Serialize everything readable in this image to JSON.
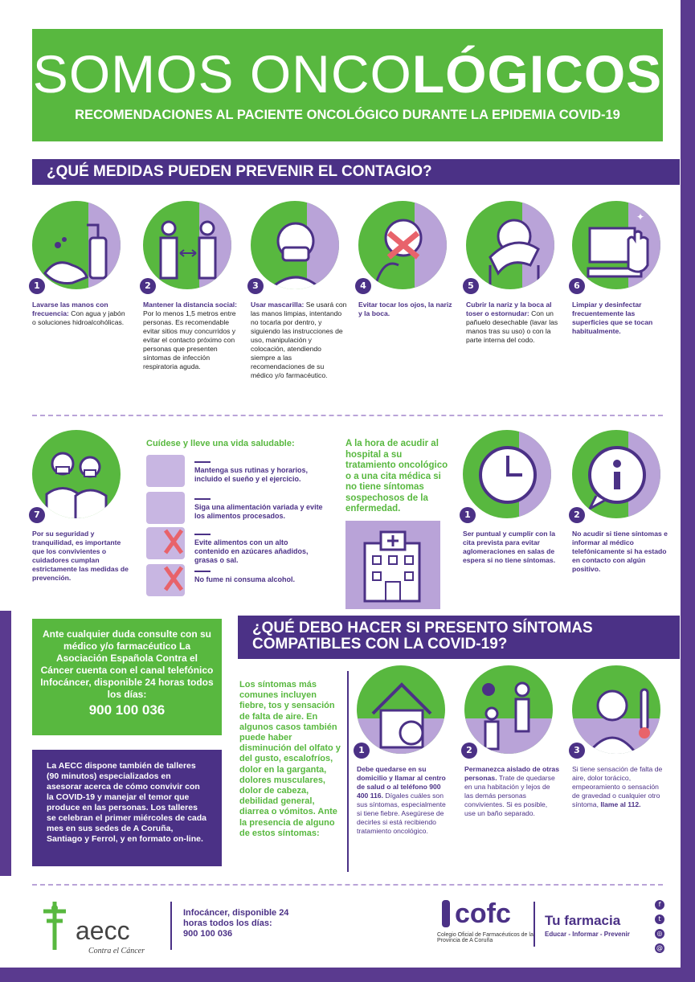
{
  "header": {
    "title_light": "SOMOS ONCO",
    "title_bold": "LÓGICOS",
    "subtitle": "RECOMENDACIONES AL PACIENTE ONCOLÓGICO DURANTE LA EPIDEMIA COVID-19"
  },
  "section1": {
    "title": "¿QUÉ MEDIDAS PUEDEN PREVENIR EL CONTAGIO?",
    "measures": [
      {
        "num": "1",
        "bold": "Lavarse las manos con frecuencia:",
        "text": " Con agua y jabón o soluciones hidroalcohólicas.",
        "icon": "hand-washing-icon"
      },
      {
        "num": "2",
        "bold": "Mantener la distancia social:",
        "text": " Por lo menos 1,5 metros entre personas. Es recomendable evitar sitios muy concurridos y evitar el contacto próximo con personas que presenten síntomas de infección respiratoria aguda.",
        "icon": "social-distance-icon"
      },
      {
        "num": "3",
        "bold": "Usar mascarilla:",
        "text": " Se usará con las manos limpias, intentando no tocarla por dentro, y siguiendo las instrucciones de uso, manipulación y colocación, atendiendo siempre a las recomendaciones de su médico y/o farmacéutico.",
        "icon": "mask-icon"
      },
      {
        "num": "4",
        "bold": "Evitar tocar los ojos, la nariz y la boca.",
        "text": "",
        "icon": "no-touch-face-icon"
      },
      {
        "num": "5",
        "bold": "Cubrir la nariz y la boca al toser o estornudar:",
        "text": " Con un pañuelo desechable (lavar las manos tras su uso) o con la parte interna del codo.",
        "icon": "cough-elbow-icon"
      },
      {
        "num": "6",
        "bold": "Limpiar y desinfectar frecuentemente las superficies que se tocan habitualmente.",
        "text": "",
        "icon": "disinfect-surface-icon"
      }
    ],
    "measure7": {
      "num": "7",
      "text": "Por su seguridad y tranquilidad, es importante que los convivientes o cuidadores cumplan estrictamente las medidas de prevención.",
      "icon": "elderly-couple-icon"
    },
    "healthy": {
      "title": "Cuídese y lleve una vida saludable:",
      "items": [
        {
          "text": "Mantenga sus rutinas y horarios, incluido el sueño y el ejercicio.",
          "icon": "exercise-icon"
        },
        {
          "text": "Siga una alimentación variada y evite los alimentos procesados.",
          "icon": "healthy-food-icon"
        },
        {
          "text": "Evite alimentos con un alto contenido en azúcares añadidos, grasas o sal.",
          "icon": "no-junk-food-icon"
        },
        {
          "text": "No fume ni consuma alcohol.",
          "icon": "no-smoking-icon"
        }
      ]
    },
    "hospital": {
      "intro": "A la hora de acudir al hospital a su tratamiento oncológico o a una cita médica si no tiene síntomas sospechosos de la enfermedad.",
      "items": [
        {
          "num": "1",
          "text": "Ser puntual y cumplir con la cita prevista para evitar aglomeraciones en salas de espera si no tiene síntomas.",
          "icon": "clock-icon"
        },
        {
          "num": "2",
          "text": "No acudir si tiene síntomas e informar al médico telefónicamente si ha estado en contacto con algún positivo.",
          "icon": "info-bubble-icon"
        }
      ]
    }
  },
  "contact_box": {
    "text": "Ante cualquier duda consulte con su médico y/o farmacéutico La Asociación Española Contra el Cáncer cuenta con el canal telefónico Infocáncer, disponible 24 horas todos los días:",
    "phone": "900 100 036"
  },
  "workshop_box": {
    "text": "La AECC dispone también de talleres (90 minutos) especializados en asesorar acerca de cómo convivir con la COVID-19 y manejar el temor que produce en las personas. Los talleres se celebran el primer miércoles de cada mes en sus sedes de A Coruña, Santiago y Ferrol, y en formato on-line."
  },
  "section2": {
    "title": "¿QUÉ DEBO HACER SI PRESENTO SÍNTOMAS COMPATIBLES CON LA COVID-19?",
    "symptoms_text": "Los síntomas más comunes incluyen fiebre, tos y sensación de falta de aire. En algunos casos también puede haber disminución del olfato y del gusto, escalofríos, dolor en la garganta, dolores musculares, dolor de cabeza, debilidad general, diarrea o vómitos. Ante la presencia de alguno de estos síntomas:",
    "steps": [
      {
        "num": "1",
        "bold": "Debe quedarse en su domicilio y llamar al centro de salud o al teléfono 900 400 116.",
        "text": " Dígales cuáles son sus síntomas, especialmente si tiene fiebre. Asegúrese de decirles si está recibiendo tratamiento oncológico.",
        "icon": "stay-home-icon"
      },
      {
        "num": "2",
        "bold": "Permanezca aislado de otras personas.",
        "text": " Trate de quedarse en una habitación y lejos de las demás personas convivientes. Si es posible, use un baño separado.",
        "icon": "isolation-icon"
      },
      {
        "num": "3",
        "bold": "",
        "text": "Si tiene sensación de falta de aire, dolor torácico, empeoramiento o sensación de gravedad o cualquier otro síntoma, ",
        "bold_end": "llame al 112.",
        "icon": "fever-icon"
      }
    ]
  },
  "footer": {
    "aecc_logo": "aecc",
    "aecc_tagline": "Contra el Cáncer",
    "infocancer": "Infocáncer, disponible 24 horas todos los días:",
    "infocancer_phone": "900 100 036",
    "cofc_logo": "cofc",
    "cofc_name": "Colegio Oficial de Farmacéuticos de la Provincia de A Coruña",
    "farmacia_title": "Tu farmacia",
    "farmacia_tagline": "Educar - Informar - Prevenir"
  },
  "colors": {
    "green": "#58b83f",
    "purple": "#4b3186",
    "lilac": "#b9a3d8"
  }
}
